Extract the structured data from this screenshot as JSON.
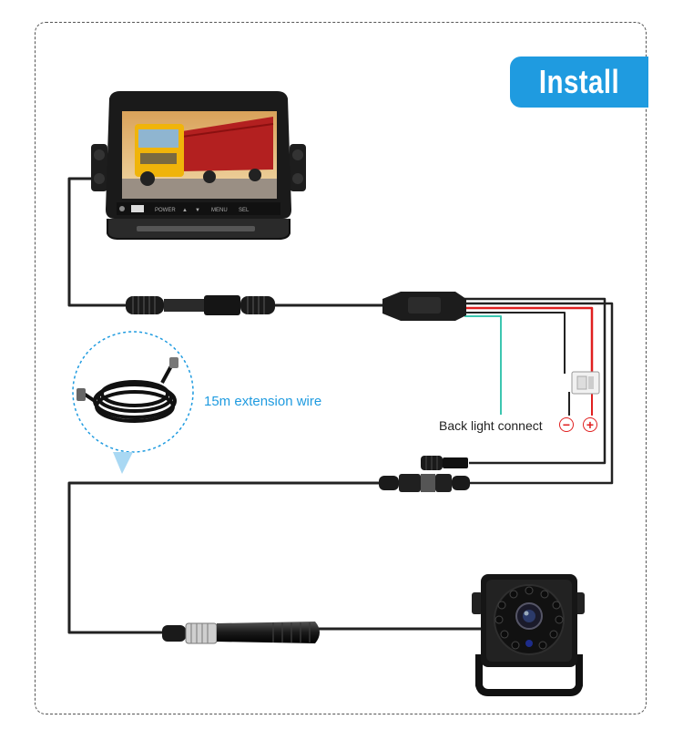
{
  "header": {
    "title": "Install"
  },
  "labels": {
    "extension_wire": "15m extension wire",
    "back_light": "Back light connect",
    "negative_symbol": "−",
    "positive_symbol": "+"
  },
  "monitor": {
    "buttons": [
      "POWER",
      "▲",
      "▼",
      "MENU",
      "SEL"
    ]
  },
  "colors": {
    "accent": "#1f9be0",
    "wire_black": "#222222",
    "wire_red": "#e02020",
    "wire_cyan": "#3cc6b0"
  },
  "icons": [
    "monitor-icon",
    "truck-image",
    "cable-coil-icon",
    "camera-icon",
    "connector-icon",
    "fuse-icon"
  ]
}
